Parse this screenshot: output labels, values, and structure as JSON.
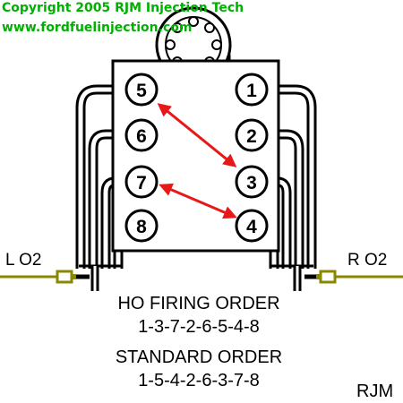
{
  "header": {
    "copyright": "Copyright 2005 RJM Injection Tech",
    "website": "www.fordfuelinjection.com"
  },
  "cylinders": {
    "left_bank": [
      "5",
      "6",
      "7",
      "8"
    ],
    "right_bank": [
      "1",
      "2",
      "3",
      "4"
    ]
  },
  "sensors": {
    "left_o2": "L O2",
    "right_o2": "R O2"
  },
  "firing_orders": {
    "ho_title": "HO FIRING ORDER",
    "ho_sequence": "1-3-7-2-6-5-4-8",
    "standard_title": "STANDARD ORDER",
    "standard_sequence": "1-5-4-2-6-3-7-8"
  },
  "signature": "RJM",
  "colors": {
    "copyright_text": "#00b000",
    "arrows": "#e81818",
    "o2_sensor": "#888800",
    "outline": "#000000"
  }
}
